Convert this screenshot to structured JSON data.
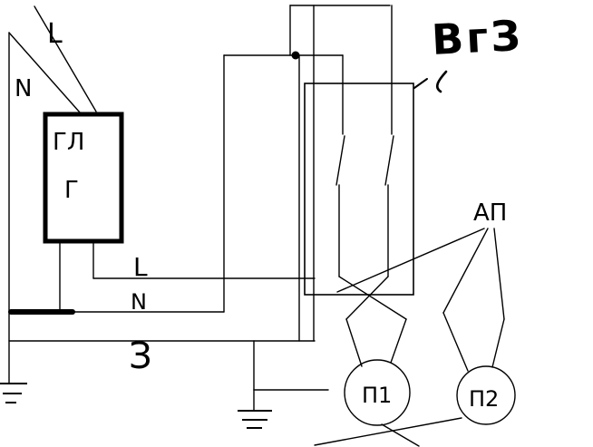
{
  "diagram": {
    "background": "#ffffff",
    "ink": "#000000",
    "labels": {
      "phase_top": "L",
      "neutral_top": "N",
      "meter_line1": "ГЛ",
      "meter_line2": "Г",
      "phase_mid": "L",
      "neutral_mid": "N",
      "earth": "З",
      "ap": "АП",
      "socket1": "П1",
      "soc2": "П2",
      "scribble": "ВгЗ"
    }
  }
}
